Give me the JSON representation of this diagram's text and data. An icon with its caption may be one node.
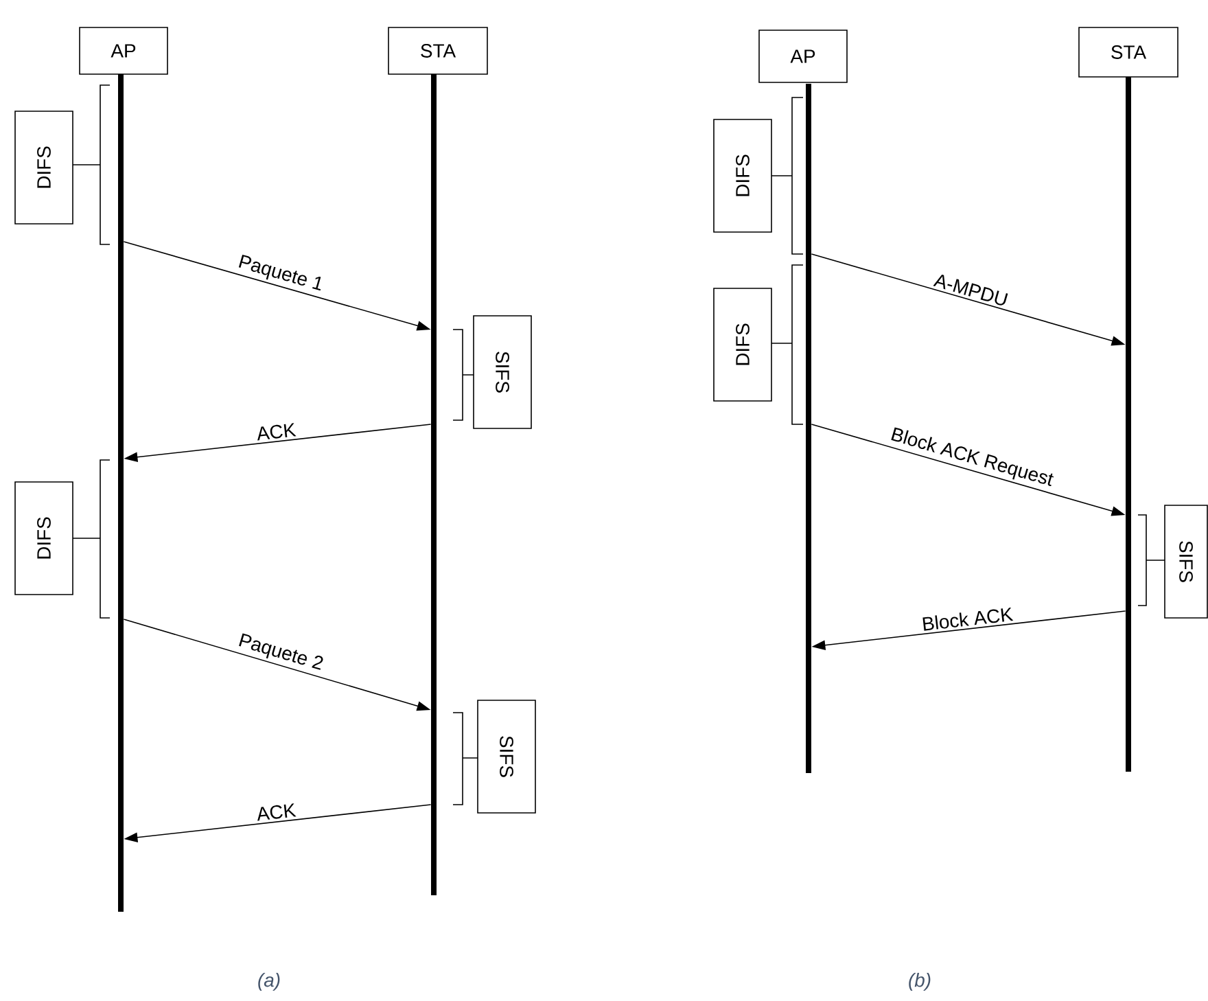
{
  "diagram": {
    "nodes": [
      {
        "text": [
          "AP"
        ]
      },
      {
        "text": [],
        "shape": "bar"
      },
      {
        "text": [
          "STA"
        ]
      },
      {
        "text": [],
        "shape": "bar"
      },
      {
        "text": [
          "DIFS"
        ]
      },
      {
        "text": [
          "SIFS"
        ]
      },
      {
        "text": [
          "DIFS"
        ]
      },
      {
        "text": [
          "SIFS"
        ]
      },
      {
        "text": [
          "AP"
        ]
      },
      {
        "text": [],
        "shape": "bar"
      },
      {
        "text": [
          "STA"
        ]
      },
      {
        "text": [],
        "shape": "bar"
      },
      {
        "text": [
          "DIFS"
        ]
      },
      {
        "text": [
          "DIFS"
        ]
      },
      {
        "text": [
          "SIFS"
        ]
      }
    ],
    "edges": [
      {
        "from": 1,
        "to": 3,
        "arrow": "to",
        "label": "Paquete 1"
      },
      {
        "from": 3,
        "to": 1,
        "arrow": "to",
        "label": "ACK"
      },
      {
        "from": 1,
        "to": 3,
        "arrow": "to",
        "label": "Paquete 2"
      },
      {
        "from": 3,
        "to": 1,
        "arrow": "to",
        "label": "ACK"
      },
      {
        "from": 9,
        "to": 11,
        "arrow": "to",
        "label": "A-MPDU"
      },
      {
        "from": 9,
        "to": 11,
        "arrow": "to",
        "label": "Block ACK Request"
      },
      {
        "from": 11,
        "to": 9,
        "arrow": "to",
        "label": "Block ACK"
      }
    ],
    "labels": [
      "(a)",
      "(b)"
    ]
  }
}
